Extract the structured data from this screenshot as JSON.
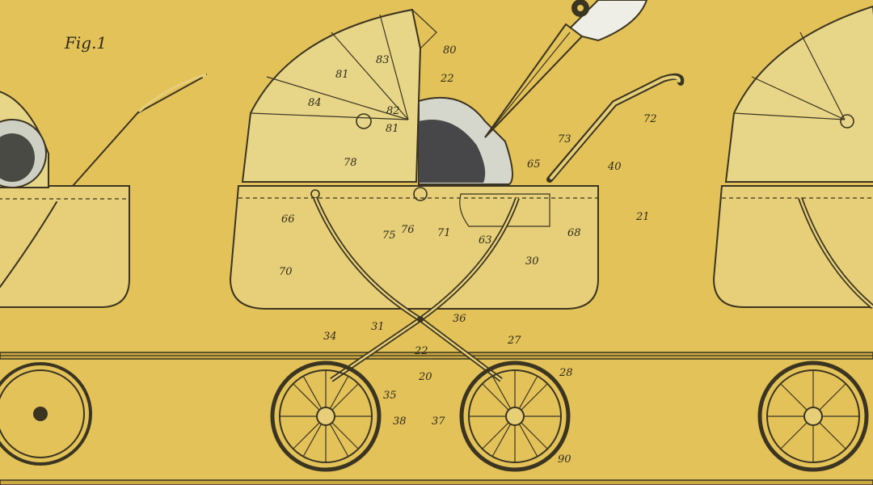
{
  "figure": {
    "caption": "Fig.1",
    "background_color": "#e3c259",
    "ink_color": "#3a3420"
  },
  "labels": {
    "l80": "80",
    "l22a": "22",
    "l83": "83",
    "l81a": "81",
    "l84": "84",
    "l82": "82",
    "l81b": "81",
    "l78": "78",
    "l66": "66",
    "l75": "75",
    "l76": "76",
    "l71": "71",
    "l63": "63",
    "l65": "65",
    "l73": "73",
    "l72": "72",
    "l40": "40",
    "l68": "68",
    "l21": "21",
    "l70": "70",
    "l30": "30",
    "l36": "36",
    "l34": "34",
    "l31": "31",
    "l22b": "22",
    "l27": "27",
    "l20": "20",
    "l28": "28",
    "l35": "35",
    "l38": "38",
    "l37": "37",
    "l90": "90"
  },
  "icons": [
    "gear-icon",
    "bird-beak-icon"
  ]
}
